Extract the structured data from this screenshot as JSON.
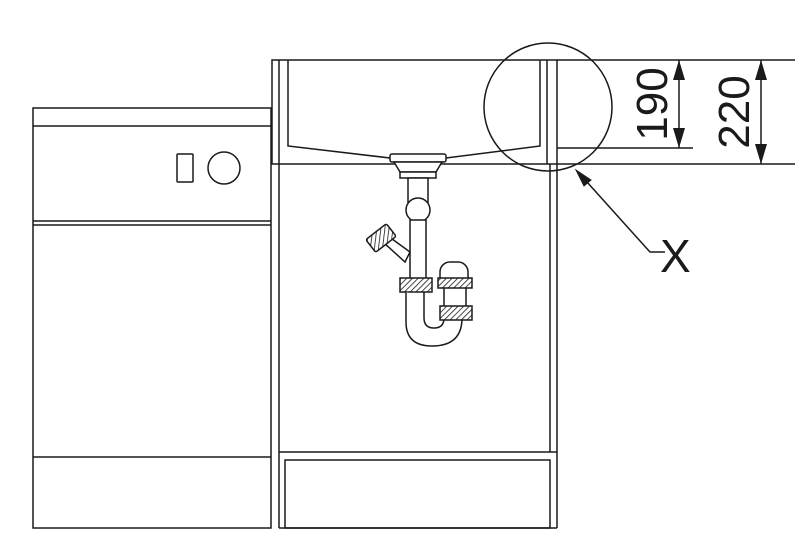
{
  "dimensions": {
    "inner_label": "190",
    "outer_label": "220"
  },
  "callout": {
    "label": "X"
  },
  "icons": {
    "dishwasher_indicator": "square-indicator-icon",
    "dishwasher_knob": "round-knob-icon",
    "arrowheads": "dimension-arrow-icon"
  },
  "colors": {
    "line": "#1a1a1a",
    "background": "#ffffff"
  }
}
